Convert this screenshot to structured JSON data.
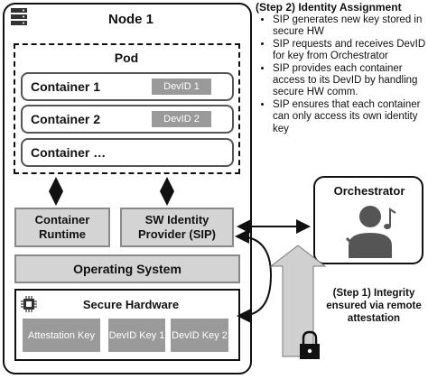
{
  "node": {
    "title": "Node 1",
    "icon": "server-icon"
  },
  "pod": {
    "title": "Pod",
    "containers": [
      {
        "label": "Container 1",
        "devid": "DevID 1"
      },
      {
        "label": "Container 2",
        "devid": "DevID 2"
      },
      {
        "label": "Container …",
        "devid": ""
      }
    ]
  },
  "runtime": {
    "label": "Container Runtime"
  },
  "sip": {
    "label": "SW Identity Provider (SIP)"
  },
  "os": {
    "label": "Operating System"
  },
  "secure_hardware": {
    "title": "Secure Hardware",
    "icon": "chip-icon",
    "keys": [
      "Attestation Key",
      "DevID Key 1",
      "DevID Key 2"
    ]
  },
  "orchestrator": {
    "title": "Orchestrator",
    "icon": "conductor-icon"
  },
  "step2": {
    "title": "(Step 2) Identity Assignment",
    "bullets": [
      "SIP generates new key stored in secure HW",
      "SIP requests and receives DevID for key from Orchestrator",
      "SIP provides each container access to its DevID by handling secure HW comm.",
      "SIP ensures that each container can only access its own identity key"
    ]
  },
  "step1": {
    "text": "(Step 1) Integrity ensured via remote attestation",
    "icon": "lock-icon"
  },
  "colors": {
    "box_grey": "#d4d4d4",
    "tag_grey": "#9a9a9a",
    "arrow_grey": "#cfcfcf"
  }
}
